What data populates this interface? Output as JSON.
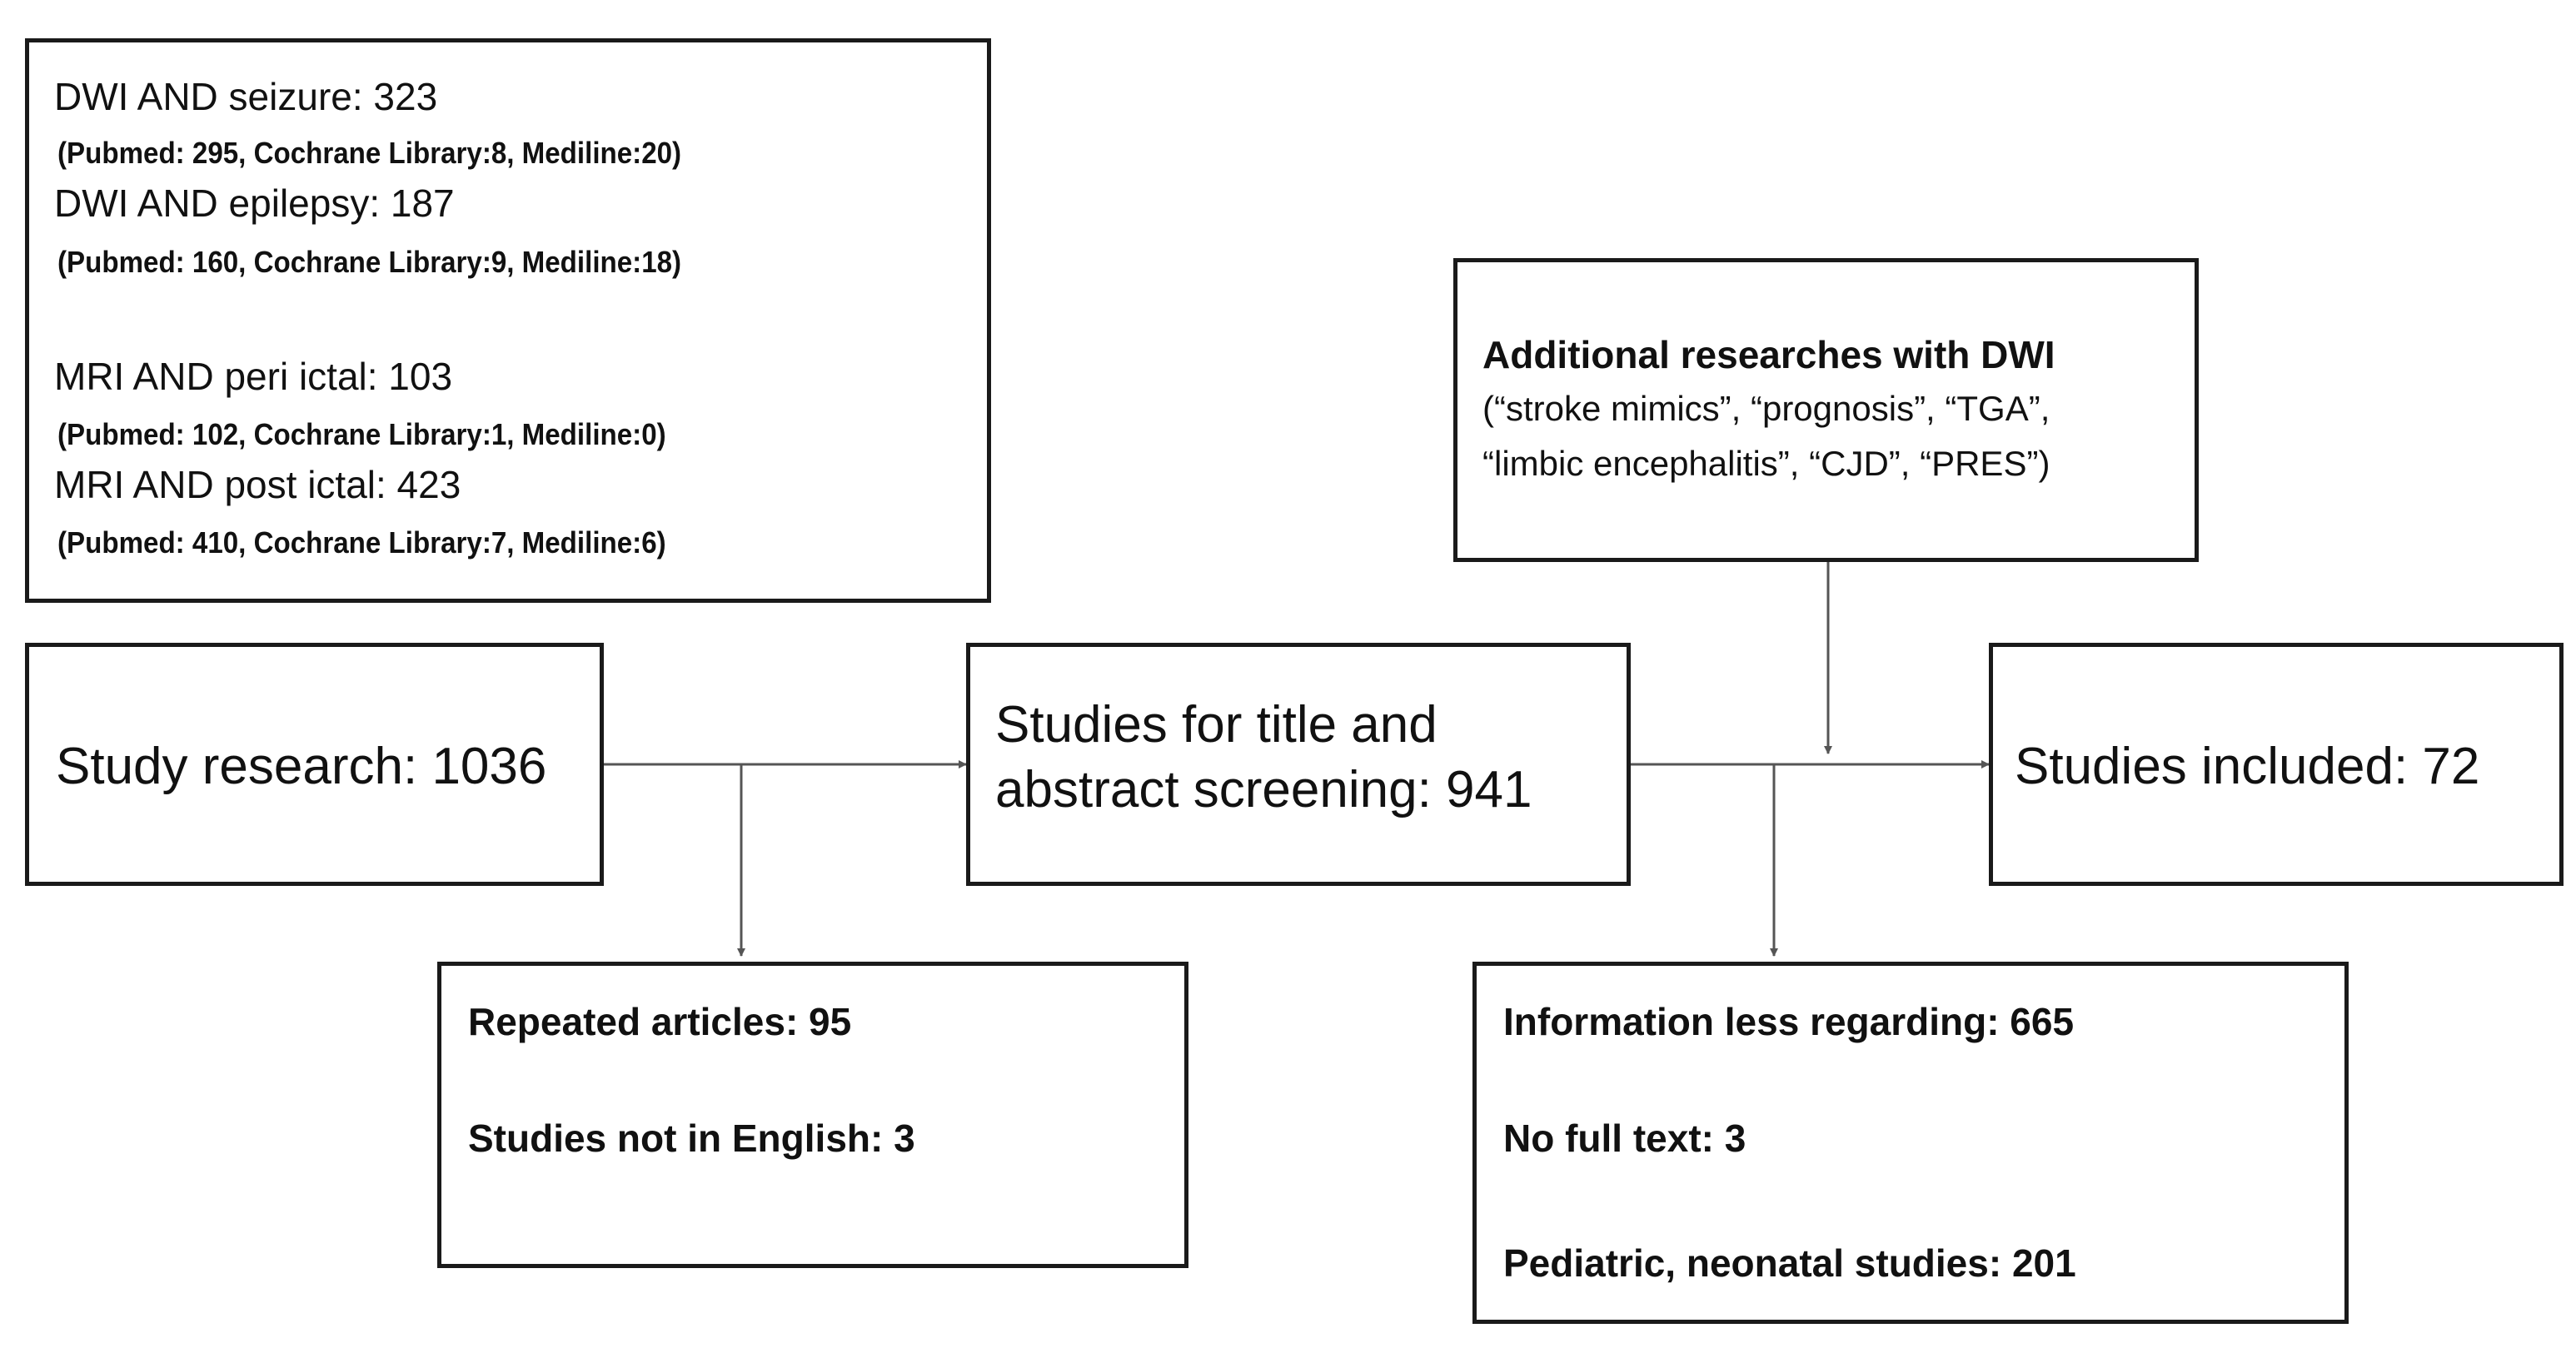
{
  "search_box": {
    "lines": [
      "DWI AND seizure: 323",
      "(Pubmed: 295, Cochrane Library:8, Mediline:20)",
      "DWI AND epilepsy: 187",
      "(Pubmed: 160, Cochrane Library:9, Mediline:18)",
      "MRI AND peri ictal: 103",
      "(Pubmed: 102, Cochrane Library:1, Mediline:0)",
      "MRI AND post ictal: 423",
      "(Pubmed: 410, Cochrane Library:7, Mediline:6)"
    ]
  },
  "additional_box": {
    "title": "Additional researches with DWI",
    "lines": [
      "(“stroke mimics”, “prognosis”, “TGA”,",
      "“limbic encephalitis”, “CJD”, “PRES”)"
    ]
  },
  "study_research": {
    "text": "Study research: 1036"
  },
  "screening": {
    "lines": [
      "Studies for title and",
      "abstract screening: 941"
    ]
  },
  "included": {
    "text": "Studies included: 72"
  },
  "excluded_first": {
    "lines": [
      "Repeated articles: 95",
      "Studies not in English: 3"
    ]
  },
  "excluded_second": {
    "lines": [
      "Information less regarding: 665",
      "No full text: 3",
      "Pediatric, neonatal studies: 201"
    ]
  },
  "colors": {
    "border": "#1a1a1a",
    "arrow": "#555555"
  }
}
